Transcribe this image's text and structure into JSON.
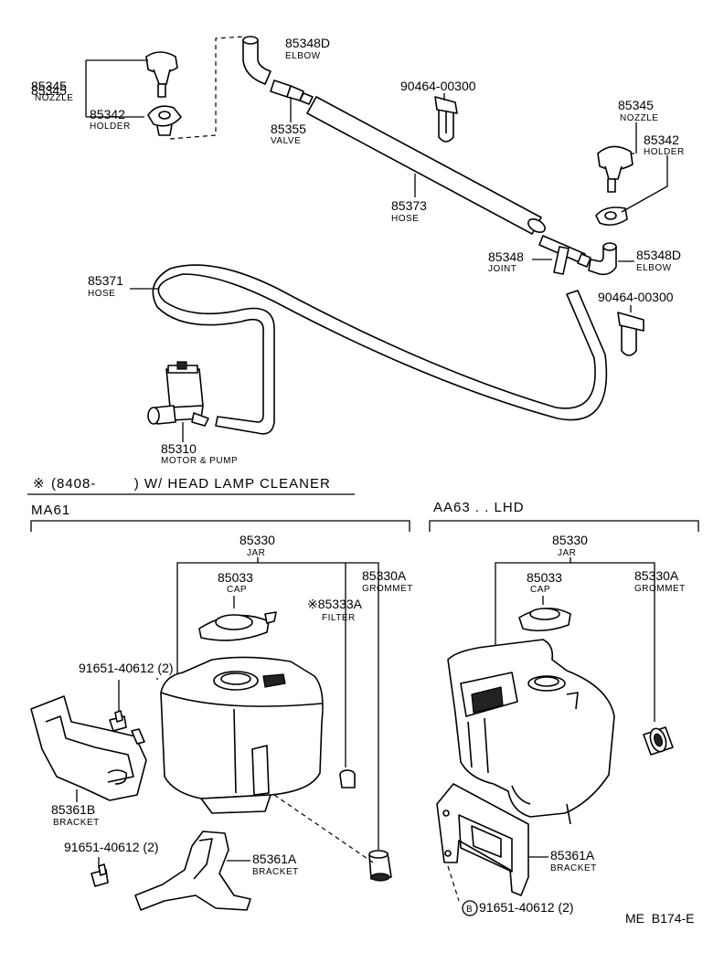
{
  "labels": {
    "nozzle_left": {
      "num": "85345",
      "name": "NOZZLE"
    },
    "holder_left": {
      "num": "85342",
      "name": "HOLDER"
    },
    "elbow_top": {
      "num": "85348D",
      "name": "ELBOW"
    },
    "valve": {
      "num": "85355",
      "name": "VALVE"
    },
    "clip_top": {
      "num": "90464-00300"
    },
    "hose_long": {
      "num": "85373",
      "name": "HOSE"
    },
    "nozzle_right": {
      "num": "85345",
      "name": "NOZZLE"
    },
    "holder_right": {
      "num": "85342",
      "name": "HOLDER"
    },
    "joint": {
      "num": "85348",
      "name": "JOINT"
    },
    "elbow_right": {
      "num": "85348D",
      "name": "ELBOW"
    },
    "clip_right": {
      "num": "90464-00300"
    },
    "hose_loop": {
      "num": "85371",
      "name": "HOSE"
    },
    "motor_pump": {
      "num": "85310",
      "name": "MOTOR & PUMP"
    }
  },
  "section_note": {
    "mark": "※",
    "text": "(8408-        ) W/ HEAD LAMP CLEANER"
  },
  "left_group": {
    "model": "MA61",
    "jar": {
      "num": "85330",
      "name": "JAR"
    },
    "cap": {
      "num": "85033",
      "name": "CAP"
    },
    "grommet": {
      "num": "85330A",
      "name": "GROMMET"
    },
    "filter": {
      "num": "※85333A",
      "name": "FILTER"
    },
    "bolt_top": {
      "num": "91651-40612 (2)"
    },
    "bracket_b": {
      "num": "85361B",
      "name": "BRACKET"
    },
    "bolt_bottom": {
      "num": "91651-40612 (2)"
    },
    "bracket_a": {
      "num": "85361A",
      "name": "BRACKET"
    }
  },
  "right_group": {
    "model": "AA63 . . LHD",
    "jar": {
      "num": "85330",
      "name": "JAR"
    },
    "cap": {
      "num": "85033",
      "name": "CAP"
    },
    "grommet": {
      "num": "85330A",
      "name": "GROMMET"
    },
    "bracket_a": {
      "num": "85361A",
      "name": "BRACKET"
    },
    "bolt": {
      "mark": "B",
      "num": "91651-40612 (2)"
    }
  },
  "ref_code": "ME  B174-E"
}
